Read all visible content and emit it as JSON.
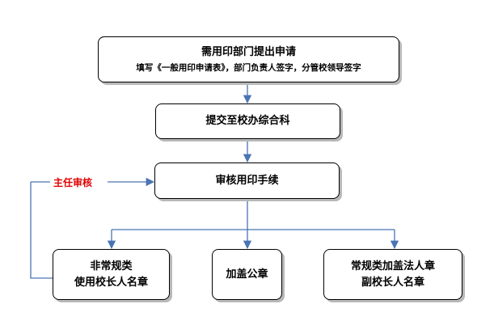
{
  "colors": {
    "arrow": "#4a74b4",
    "highlight": "#e00000",
    "border": "#000000",
    "shadow": "#b8b8b8"
  },
  "nodes": {
    "apply": {
      "title": "需用印部门提出申请",
      "note": "填写《一般用印申请表》，部门负责人签字，分管校领导签字"
    },
    "submit": {
      "title": "提交至校办综合科"
    },
    "review": {
      "title": "审核用印手续"
    },
    "special": {
      "line1": "非常规类",
      "line2": "使用校长人名章"
    },
    "seal": {
      "title": "加盖公章"
    },
    "regular": {
      "line1": "常规类加盖法人章",
      "line2": "副校长人名章"
    }
  },
  "loop_label": "主任审核"
}
